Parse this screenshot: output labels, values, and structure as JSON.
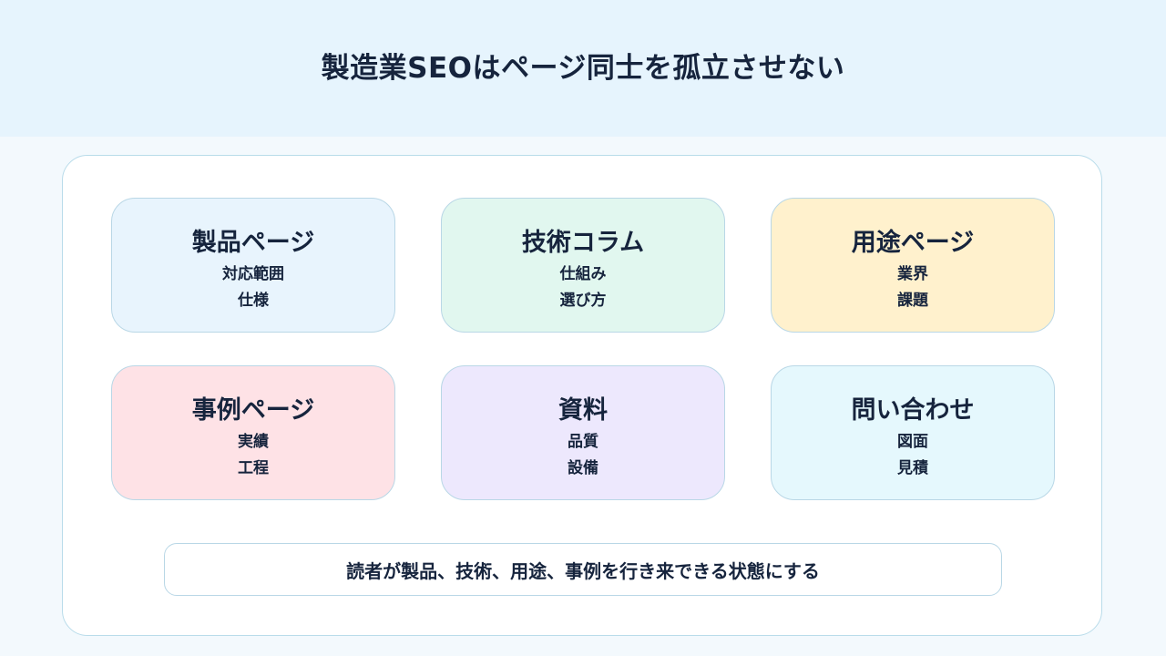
{
  "page_title": "製造業SEOはページ同士を孤立させない",
  "cards": [
    {
      "title": "製品ページ",
      "lines": [
        "対応範囲",
        "仕様"
      ],
      "bg": "#e8f4fd"
    },
    {
      "title": "技術コラム",
      "lines": [
        "仕組み",
        "選び方"
      ],
      "bg": "#e1f7ef"
    },
    {
      "title": "用途ページ",
      "lines": [
        "業界",
        "課題"
      ],
      "bg": "#fff1cd"
    },
    {
      "title": "事例ページ",
      "lines": [
        "実績",
        "工程"
      ],
      "bg": "#fee2e6"
    },
    {
      "title": "資料",
      "lines": [
        "品質",
        "設備"
      ],
      "bg": "#ede8fd"
    },
    {
      "title": "問い合わせ",
      "lines": [
        "図面",
        "見積"
      ],
      "bg": "#e5f8fd"
    }
  ],
  "summary": "読者が製品、技術、用途、事例を行き来できる状態にする"
}
